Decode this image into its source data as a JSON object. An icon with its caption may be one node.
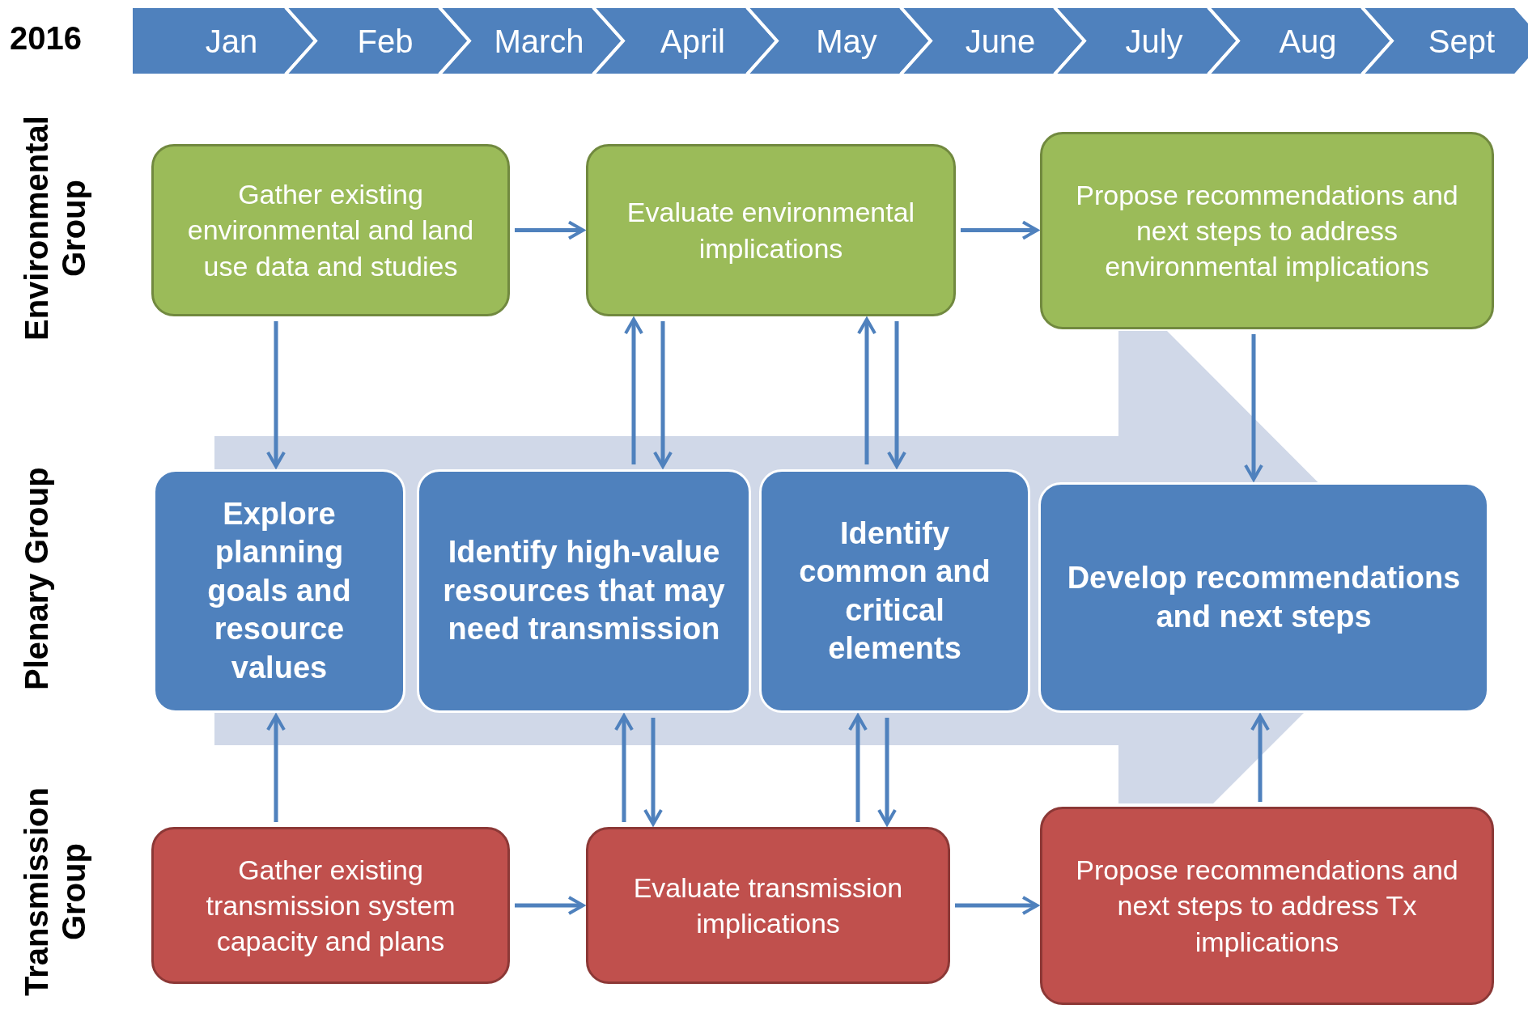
{
  "diagram": {
    "nodes": [
      {
        "text": [
          "Jan"
        ]
      },
      {
        "text": [
          "Feb"
        ]
      },
      {
        "text": [
          "March"
        ]
      },
      {
        "text": [
          "April"
        ]
      },
      {
        "text": [
          "May"
        ]
      },
      {
        "text": [
          "June"
        ]
      },
      {
        "text": [
          "July"
        ]
      },
      {
        "text": [
          "Aug"
        ]
      },
      {
        "text": [
          "Sept"
        ]
      },
      {
        "text": [
          "Gather existing environmental and land use data and studies"
        ]
      },
      {
        "text": [
          "Evaluate environmental implications"
        ]
      },
      {
        "text": [
          "Propose recommendations and next steps to address environmental implications"
        ]
      },
      {
        "text": [
          "Explore planning goals and resource values"
        ]
      },
      {
        "text": [
          "Identify high-value resources that may need transmission"
        ]
      },
      {
        "text": [
          "Identify common and critical elements"
        ]
      },
      {
        "text": [
          "Develop recommendations and next steps"
        ]
      },
      {
        "text": [
          "Gather existing transmission system capacity and plans"
        ]
      },
      {
        "text": [
          "Evaluate transmission implications"
        ]
      },
      {
        "text": [
          "Propose recommendations and next steps to address Tx implications"
        ]
      }
    ],
    "edges": [
      {
        "from": 9,
        "to": 10,
        "arrow": "to"
      },
      {
        "from": 10,
        "to": 11,
        "arrow": "to"
      },
      {
        "from": 9,
        "to": 12,
        "arrow": "to"
      },
      {
        "from": 13,
        "to": 10,
        "arrow": "to"
      },
      {
        "from": 10,
        "to": 13,
        "arrow": "to"
      },
      {
        "from": 14,
        "to": 10,
        "arrow": "to"
      },
      {
        "from": 10,
        "to": 14,
        "arrow": "to"
      },
      {
        "from": 11,
        "to": 15,
        "arrow": "to"
      },
      {
        "from": 16,
        "to": 12,
        "arrow": "to"
      },
      {
        "from": 17,
        "to": 13,
        "arrow": "to"
      },
      {
        "from": 13,
        "to": 17,
        "arrow": "to"
      },
      {
        "from": 17,
        "to": 14,
        "arrow": "to"
      },
      {
        "from": 14,
        "to": 17,
        "arrow": "to"
      },
      {
        "from": 18,
        "to": 15,
        "arrow": "to"
      },
      {
        "from": 16,
        "to": 17,
        "arrow": "to"
      },
      {
        "from": 17,
        "to": 18,
        "arrow": "to"
      },
      {
        "from": 12,
        "to": 15,
        "arrow": "to",
        "style": "thick",
        "color": "#d0d8e8"
      }
    ],
    "labels": [
      "2016",
      "Environmental Group",
      "Plenary Group",
      "Transmission Group"
    ]
  }
}
